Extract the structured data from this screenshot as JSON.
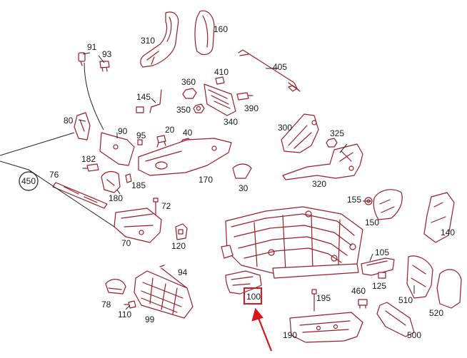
{
  "diagram": {
    "labels": {
      "310": "310",
      "160": "160",
      "91": "91",
      "93": "93",
      "405": "405",
      "410": "410",
      "360": "360",
      "145": "145",
      "350": "350",
      "390": "390",
      "340": "340",
      "80": "80",
      "90": "90",
      "95": "95",
      "20": "20",
      "40": "40",
      "300": "300",
      "325": "325",
      "182": "182",
      "76": "76",
      "450": "450",
      "180": "180",
      "185": "185",
      "170": "170",
      "30": "30",
      "320": "320",
      "155": "155",
      "72": "72",
      "150": "150",
      "140": "140",
      "70": "70",
      "120": "120",
      "105": "105",
      "94": "94",
      "125": "125",
      "78": "78",
      "110": "110",
      "99": "99",
      "100": "100",
      "195": "195",
      "460": "460",
      "510": "510",
      "520": "520",
      "190": "190",
      "500": "500"
    },
    "highlighted_part": "100",
    "colors": {
      "part_line": "#9c1c2a",
      "highlight": "#d8161c",
      "text": "#1a1a1a"
    }
  }
}
